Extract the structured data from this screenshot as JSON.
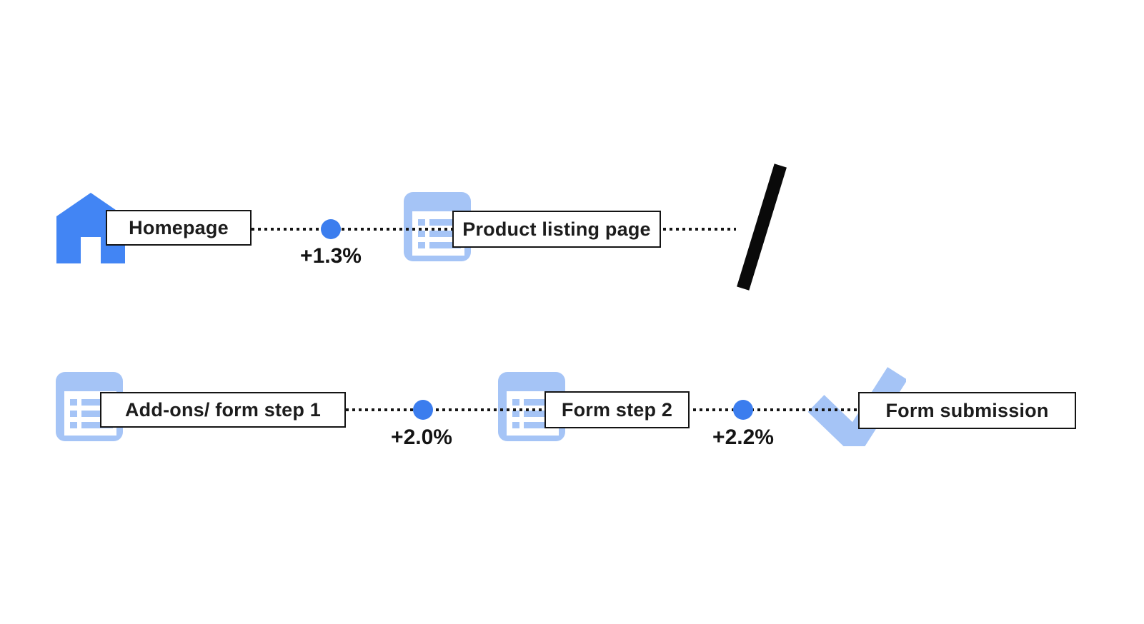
{
  "colors": {
    "background": "#ffffff",
    "primary_blue": "#4285f4",
    "dot_blue": "#3b7dee",
    "light_blue": "#a5c4f6",
    "line_black": "#161616",
    "box_border": "#141414",
    "text": "#1c1c1c"
  },
  "flow": {
    "rows": [
      {
        "steps": [
          {
            "id": "homepage",
            "icon": "home-icon",
            "label": "Homepage"
          },
          {
            "id": "product-listing-page",
            "icon": "list-icon",
            "label": "Product listing page"
          }
        ],
        "connectors": [
          {
            "delta": "+1.3%"
          }
        ],
        "break_marker": "slash-page-break"
      },
      {
        "steps": [
          {
            "id": "addons-form-step-1",
            "icon": "list-icon",
            "label": "Add-ons/ form step 1"
          },
          {
            "id": "form-step-2",
            "icon": "list-icon",
            "label": "Form step 2"
          },
          {
            "id": "form-submission",
            "icon": "check-icon",
            "label": "Form submission"
          }
        ],
        "connectors": [
          {
            "delta": "+2.0%"
          },
          {
            "delta": "+2.2%"
          }
        ]
      }
    ]
  }
}
